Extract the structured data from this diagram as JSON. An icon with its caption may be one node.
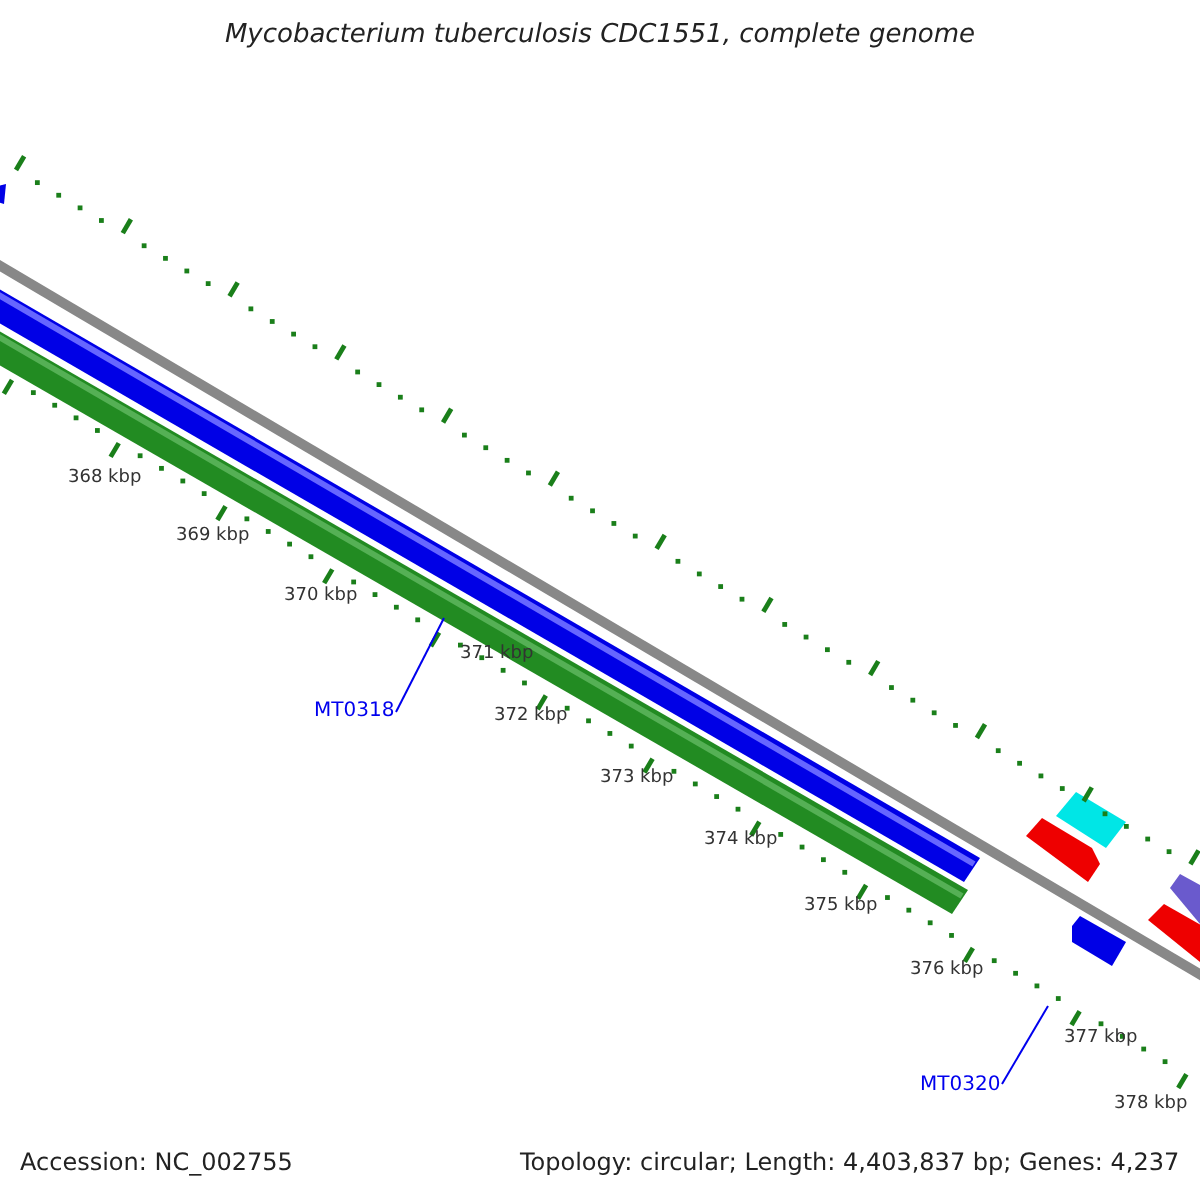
{
  "diagram": {
    "title": "Mycobacterium tuberculosis CDC1551, complete genome",
    "nodes": [
      {
        "text": [
          "MT0318"
        ]
      },
      {
        "text": [
          "MT0320"
        ]
      }
    ],
    "edges": [
      {
        "from": 0,
        "to": null,
        "arrow": "none"
      },
      {
        "from": 1,
        "to": null,
        "arrow": "none"
      }
    ],
    "labels": [
      "368 kbp",
      "369 kbp",
      "370 kbp",
      "371 kbp",
      "372 kbp",
      "373 kbp",
      "374 kbp",
      "375 kbp",
      "376 kbp",
      "377 kbp",
      "378 kbp",
      "Accession: NC_002755",
      "Topology: circular; Length: 4,403,837 bp; Genes: 4,237"
    ]
  }
}
